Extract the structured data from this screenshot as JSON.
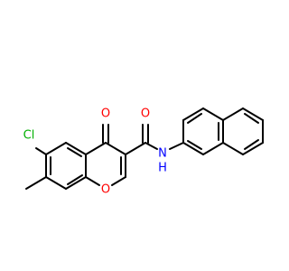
{
  "colors": {
    "background": "#ffffff",
    "carbon_bond": "#000000",
    "oxygen": "#ff0000",
    "nitrogen": "#0000ff",
    "chlorine": "#00b000"
  },
  "labels": {
    "chlorine": "Cl",
    "carbonyl_oxygen_ring": "O",
    "carbonyl_oxygen_amide": "O",
    "ring_oxygen": "O",
    "amide_nitrogen": "N",
    "amide_hydrogen": "H"
  }
}
